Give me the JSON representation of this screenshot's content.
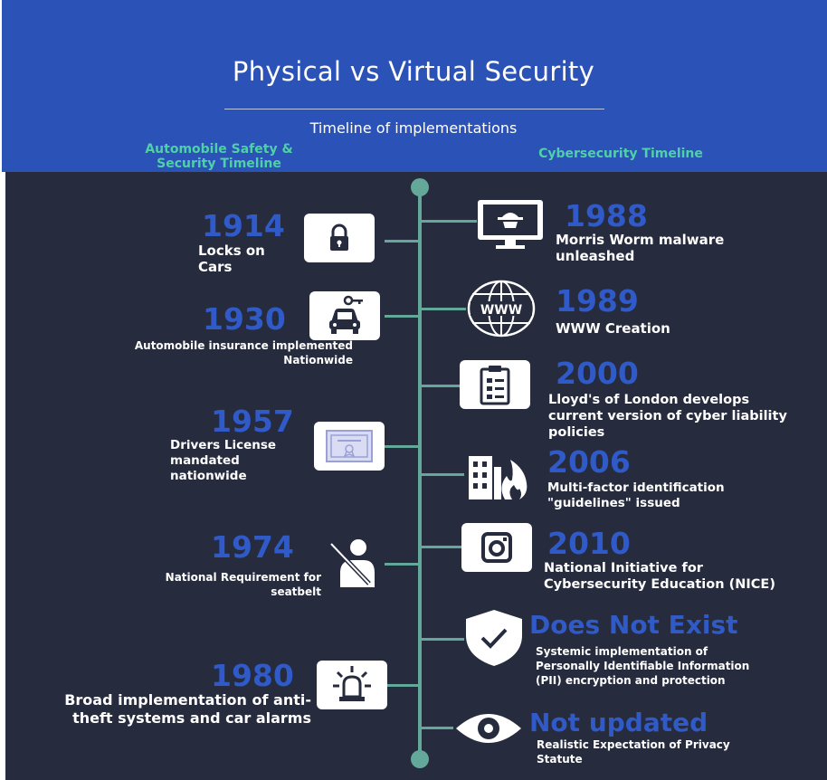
{
  "header": {
    "title": "Physical vs Virtual Security",
    "subtitle": "Timeline of implementations",
    "left_column_title": "Automobile Safety & Security Timeline",
    "right_column_title": "Cybersecurity Timeline"
  },
  "colors": {
    "header_bg": "#2b52b6",
    "panel_bg": "#262b3e",
    "timeline": "#64a89a",
    "year_text": "#2f5ac8",
    "column_title": "#4fd0a8"
  },
  "automobile": [
    {
      "year": "1914",
      "text": "Locks on Cars",
      "icon": "padlock-icon"
    },
    {
      "year": "1930",
      "text": "Automobile insurance implemented Nationwide",
      "icon": "car-key-icon"
    },
    {
      "year": "1957",
      "text": "Drivers License mandated nationwide",
      "icon": "certificate-icon"
    },
    {
      "year": "1974",
      "text": "National Requirement for seatbelt",
      "icon": "seatbelt-person-icon"
    },
    {
      "year": "1980",
      "text": "Broad implementation of anti-theft systems and car alarms",
      "icon": "alarm-siren-icon"
    }
  ],
  "cybersecurity": [
    {
      "year": "1988",
      "text": "Morris Worm malware unleashed",
      "icon": "hacker-monitor-icon"
    },
    {
      "year": "1989",
      "text": "WWW Creation",
      "icon": "www-globe-icon"
    },
    {
      "year": "2000",
      "text": "Lloyd's of London develops current version of cyber liability policies",
      "icon": "clipboard-icon"
    },
    {
      "year": "2006",
      "text": "Multi-factor identification \"guidelines\" issued",
      "icon": "building-fire-icon"
    },
    {
      "year": "2010",
      "text": "National Initiative for Cybersecurity Education (NICE)",
      "icon": "camera-icon"
    },
    {
      "year": "Does Not Exist",
      "text": "Systemic implementation of Personally Identifiable Information (PII) encryption and protection",
      "icon": "shield-check-icon"
    },
    {
      "year": "Not updated",
      "text": "Realistic Expectation of Privacy Statute",
      "icon": "eye-icon"
    }
  ]
}
